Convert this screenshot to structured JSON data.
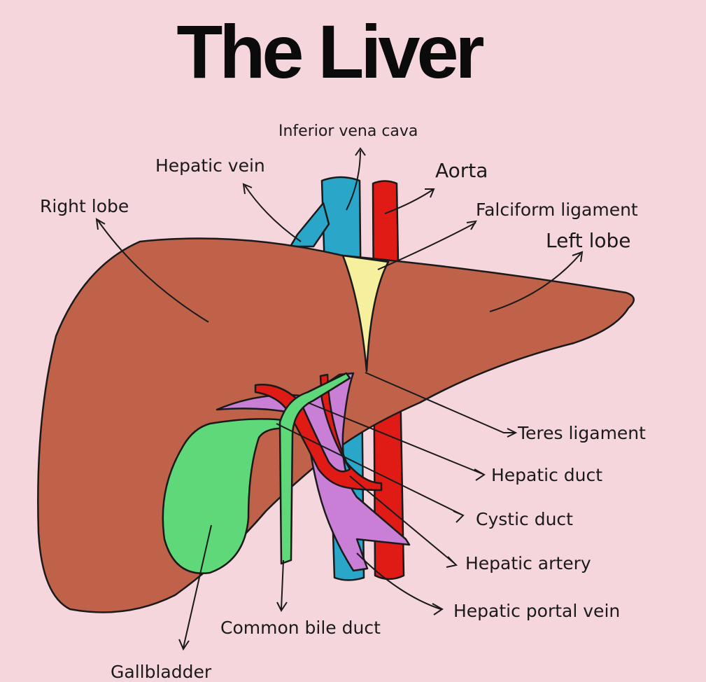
{
  "title": "The Liver",
  "labels": {
    "inferior_vena_cava": "Inferior vena cava",
    "hepatic_vein": "Hepatic vein",
    "aorta": "Aorta",
    "right_lobe": "Right lobe",
    "falciform_ligament": "Falciform ligament",
    "left_lobe": "Left lobe",
    "teres_ligament": "Teres ligament",
    "hepatic_duct": "Hepatic duct",
    "cystic_duct": "Cystic duct",
    "hepatic_artery": "Hepatic artery",
    "hepatic_portal_vein": "Hepatic portal vein",
    "common_bile_duct": "Common bile duct",
    "gallbladder": "Gallbladder"
  },
  "colors": {
    "background": "#f6d6dd",
    "liver": "#c0624a",
    "ivc": "#2aa6c9",
    "aorta": "#e01b16",
    "portal": "#c97fd6",
    "gallbladder": "#5fd87a",
    "falciform": "#f5ef9e"
  }
}
